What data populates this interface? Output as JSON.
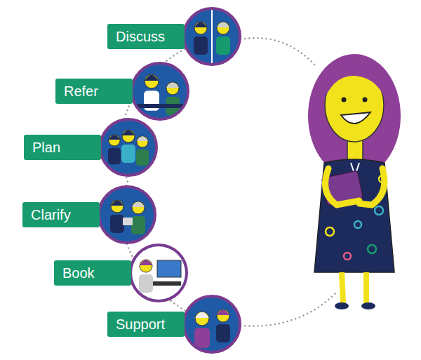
{
  "diagram": {
    "nodes": [
      {
        "text": [
          "Discuss"
        ]
      },
      {
        "text": [
          "Refer"
        ]
      },
      {
        "text": [
          "Plan"
        ]
      },
      {
        "text": [
          "Clarify"
        ]
      },
      {
        "text": [
          "Book"
        ]
      },
      {
        "text": [
          "Support"
        ]
      }
    ]
  }
}
